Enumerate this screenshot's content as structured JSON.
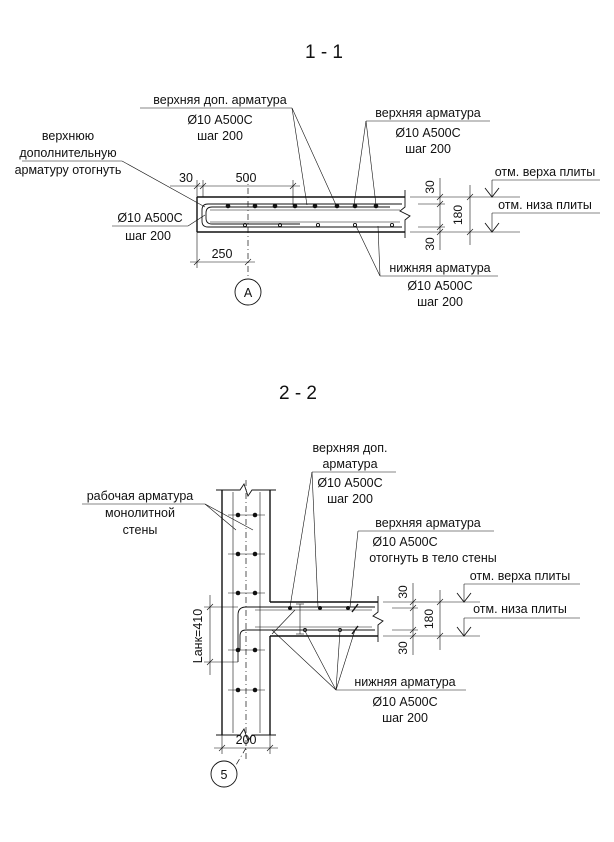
{
  "section1": {
    "title": "1 - 1",
    "top_add_label": "верхняя доп. арматура",
    "top_add_spec": "Ø10 А500С",
    "top_add_step": "шаг 200",
    "top_label": "верхняя арматура",
    "top_spec": "Ø10 А500С",
    "top_step": "шаг 200",
    "bend_line1": "верхнюю",
    "bend_line2": "дополнительную",
    "bend_line3": "арматуру отогнуть",
    "left_spec": "Ø10 А500С",
    "left_step": "шаг 200",
    "bottom_label": "нижняя арматура",
    "bottom_spec": "Ø10 А500С",
    "bottom_step": "шаг 200",
    "dim_30_left": "30",
    "dim_500": "500",
    "dim_250": "250",
    "dim_30_top": "30",
    "dim_180": "180",
    "dim_30_bottom": "30",
    "mark_top": "отм. верха плиты",
    "mark_bottom": "отм. низа плиты",
    "axis": "А"
  },
  "section2": {
    "title": "2 - 2",
    "top_add_label1": "верхняя доп.",
    "top_add_label2": "арматура",
    "top_add_spec": "Ø10 А500С",
    "top_add_step": "шаг 200",
    "wall_label1": "рабочая арматура",
    "wall_label2": "монолитной",
    "wall_label3": "стены",
    "top_label": "верхняя арматура",
    "top_spec": "Ø10 А500С",
    "top_note": "отогнуть в тело стены",
    "anchor": "Lанк=410",
    "mark_top": "отм. верха плиты",
    "mark_bottom": "отм. низа плиты",
    "dim_30_top": "30",
    "dim_180": "180",
    "dim_30_bottom": "30",
    "bottom_label": "нижняя арматура",
    "bottom_spec": "Ø10 А500С",
    "bottom_step": "шаг 200",
    "dim_200": "200",
    "axis": "5"
  }
}
